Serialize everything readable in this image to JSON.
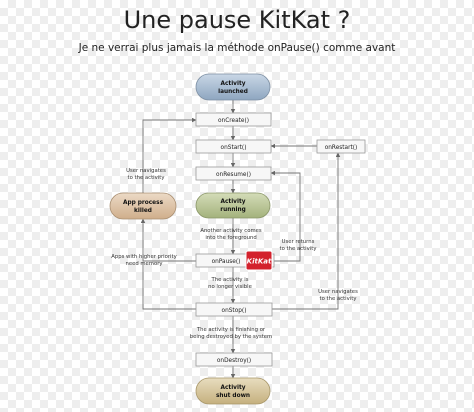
{
  "title": "Une pause KitKat ?",
  "subtitle": "Je ne verrai plus jamais la méthode onPause() comme avant",
  "nodes": {
    "launched": [
      "Activity",
      "launched"
    ],
    "oncreate": "onCreate()",
    "onstart": "onStart()",
    "onrestart": "onRestart()",
    "onresume": "onResume()",
    "running": [
      "Activity",
      "running"
    ],
    "killed": [
      "App process",
      "killed"
    ],
    "onpause": "onPause()",
    "onstop": "onStop()",
    "ondestroy": "onDestroy()",
    "shutdown": [
      "Activity",
      "shut down"
    ]
  },
  "notes": {
    "navigates_left": [
      "User navigates",
      "to the activity"
    ],
    "another_activity": [
      "Another activity comes",
      "into the foreground"
    ],
    "user_returns": [
      "User returns",
      "to the activity"
    ],
    "higher_priority": [
      "Apps with higher priority",
      "need memory"
    ],
    "no_longer_visible": [
      "The activity is",
      "no longer visible"
    ],
    "navigates_right": [
      "User navigates",
      "to the activity"
    ],
    "finishing": [
      "The activity is finishing or",
      "being destroyed by the system"
    ]
  },
  "logo": {
    "text": "KitKat"
  },
  "colors": {
    "launched_pill": "#9fb3c9",
    "running_pill": "#b6c294",
    "killed_pill": "#d9bfa3",
    "shutdown_pill": "#d6c69e",
    "kitkat_red": "#d3212c"
  }
}
